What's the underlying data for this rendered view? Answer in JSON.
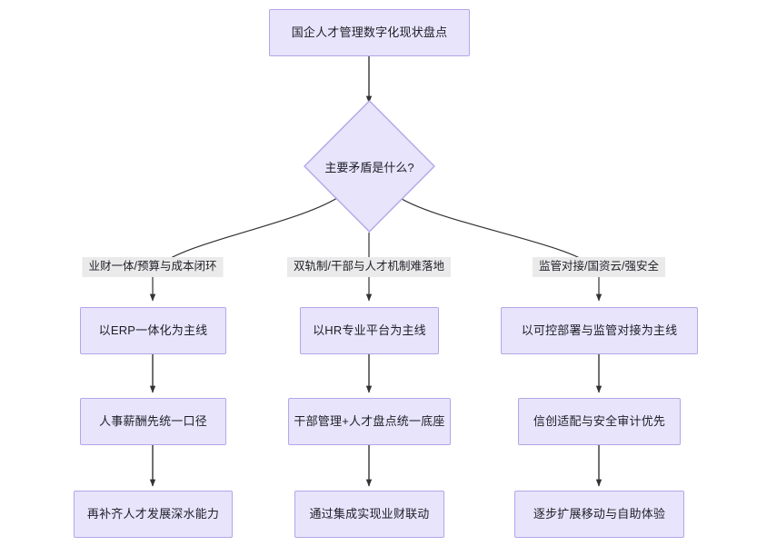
{
  "diagram": {
    "type": "flowchart",
    "direction": "top-down",
    "background_color": "#ffffff",
    "node_fill_color": "#e7e4fb",
    "node_border_color": "#b6a5e8",
    "edge_color": "#333333",
    "edge_label_background": "#eaeaea",
    "text_color": "#1f1f28",
    "root": {
      "id": "root",
      "shape": "rectangle",
      "label": "国企人才管理数字化现状盘点"
    },
    "decision": {
      "id": "decision",
      "shape": "diamond",
      "label": "主要矛盾是什么?"
    },
    "branches": [
      {
        "id": "branch-erp",
        "edge_label": "业财一体/预算与成本闭环",
        "steps": [
          {
            "id": "erp-step-1",
            "label": "以ERP一体化为主线"
          },
          {
            "id": "erp-step-2",
            "label": "人事薪酬先统一口径"
          },
          {
            "id": "erp-step-3",
            "label": "再补齐人才发展深水能力"
          }
        ]
      },
      {
        "id": "branch-hr",
        "edge_label": "双轨制/干部与人才机制难落地",
        "steps": [
          {
            "id": "hr-step-1",
            "label": "以HR专业平台为主线"
          },
          {
            "id": "hr-step-2",
            "label": "干部管理+人才盘点统一底座"
          },
          {
            "id": "hr-step-3",
            "label": "通过集成实现业财联动"
          }
        ]
      },
      {
        "id": "branch-compliance",
        "edge_label": "监管对接/国资云/强安全",
        "steps": [
          {
            "id": "compliance-step-1",
            "label": "以可控部署与监管对接为主线"
          },
          {
            "id": "compliance-step-2",
            "label": "信创适配与安全审计优先"
          },
          {
            "id": "compliance-step-3",
            "label": "逐步扩展移动与自助体验"
          }
        ]
      }
    ]
  }
}
